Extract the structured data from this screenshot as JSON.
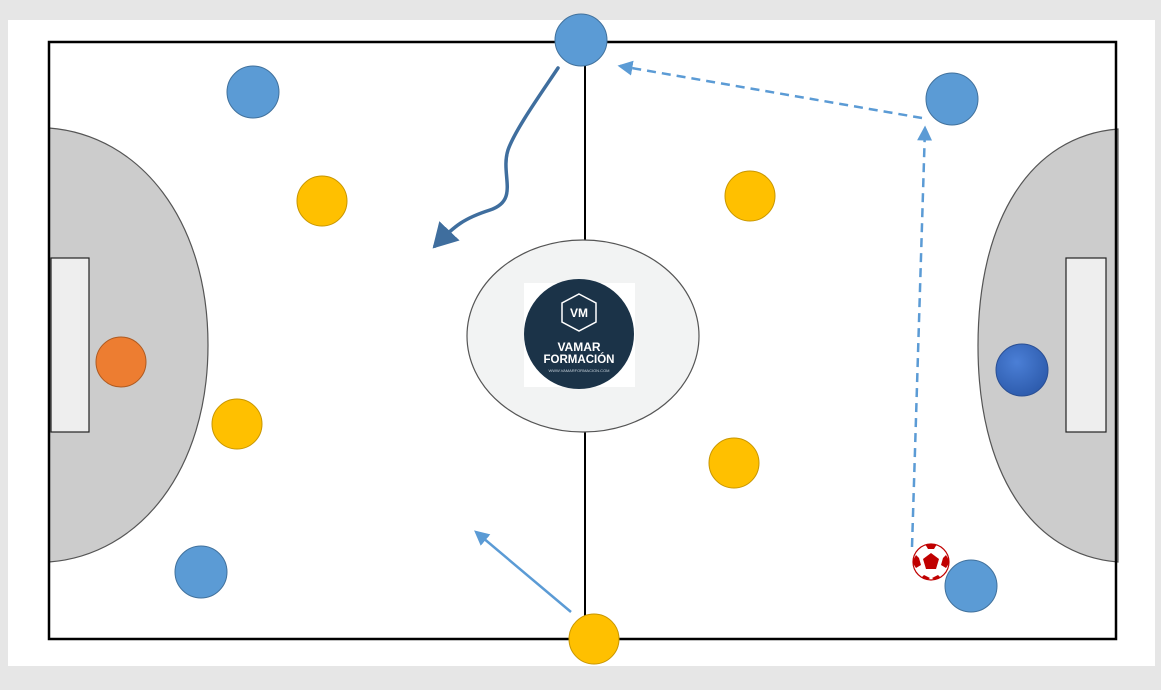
{
  "logo": {
    "monogram": "VM",
    "line1": "VAMAR",
    "line2": "FORMACIÓN",
    "url": "WWW.VAMARFORMACION.COM"
  },
  "colors": {
    "page_bg": "#e6e6e6",
    "slide_bg": "#ffffff",
    "pitch_lines": "#000000",
    "penalty_area": "#cccccc",
    "goal_box": "#eeeeee",
    "center_circle": "#f2f3f3",
    "logo_circle": "#1b3348",
    "team_blue": "#5b9bd5",
    "team_yellow": "#ffc000",
    "goalkeeper_orange": "#ed7d31",
    "goalkeeper_blue": "#2e5fb8",
    "ball_red": "#c00000",
    "run_line": "#3f6e9e",
    "pass_line": "#5b9bd5"
  },
  "players": [
    {
      "team": "blue",
      "role": "pivot-top-center"
    },
    {
      "team": "blue",
      "role": "left-top"
    },
    {
      "team": "blue",
      "role": "right-top"
    },
    {
      "team": "blue",
      "role": "left-bottom"
    },
    {
      "team": "blue",
      "role": "ball-carrier"
    },
    {
      "team": "yellow",
      "role": "left-defender-top"
    },
    {
      "team": "yellow",
      "role": "left-defender-bottom"
    },
    {
      "team": "yellow",
      "role": "right-defender-top"
    },
    {
      "team": "yellow",
      "role": "right-defender-bottom"
    },
    {
      "team": "yellow",
      "role": "bottom-center"
    },
    {
      "team": "orange",
      "role": "goalkeeper-left"
    },
    {
      "team": "blue-dark",
      "role": "goalkeeper-right"
    }
  ],
  "movements": [
    {
      "type": "run",
      "style": "solid-curved"
    },
    {
      "type": "run",
      "style": "solid-straight"
    },
    {
      "type": "pass",
      "style": "dashed"
    },
    {
      "type": "pass",
      "style": "dashed"
    }
  ]
}
